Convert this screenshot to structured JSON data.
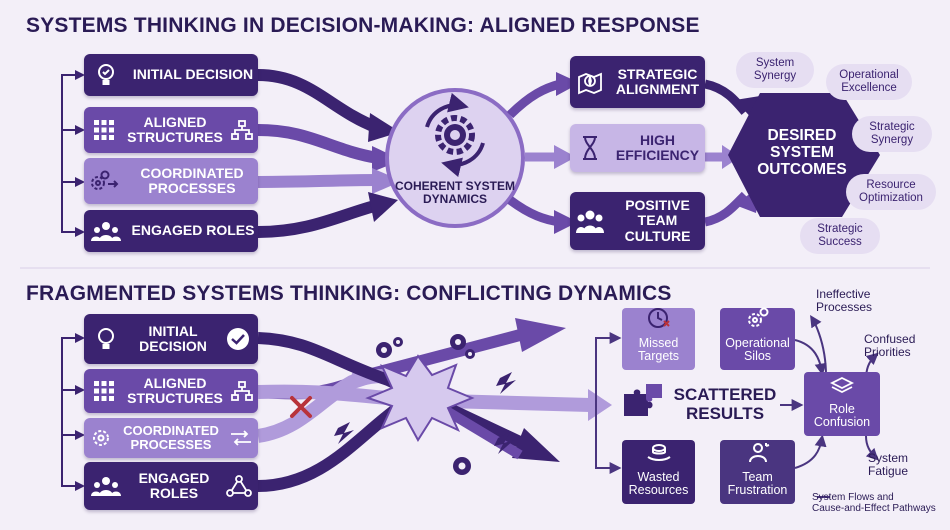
{
  "top": {
    "title": "SYSTEMS THINKING IN DECISION-MAKING: ALIGNED RESPONSE",
    "inputs": [
      "INITIAL DECISION",
      "ALIGNED\nSTRUCTURES",
      "COORDINATED\nPROCESSES",
      "ENGAGED ROLES"
    ],
    "center_label": "COHERENT SYSTEM\nDYNAMICS",
    "middle": [
      "STRATEGIC\nALIGNMENT",
      "HIGH\nEFFICIENCY",
      "POSITIVE\nTEAM\nCULTURE"
    ],
    "outcome": "DESIRED\nSYSTEM\nOUTCOMES",
    "clouds": [
      "System\nSynergy",
      "Operational\nExcellence",
      "Strategic\nSynergy",
      "Resource\nOptimization",
      "Strategic\nSuccess"
    ]
  },
  "bottom": {
    "title": "FRAGMENTED SYSTEMS THINKING: CONFLICTING DYNAMICS",
    "inputs": [
      "INITIAL\nDECISION",
      "ALIGNED\nSTRUCTURES",
      "COORDINATED\nPROCESSES",
      "ENGAGED\nROLES"
    ],
    "results": [
      "Missed\nTargets",
      "Operational\nSilos",
      "Wasted\nResources",
      "Team\nFrustration"
    ],
    "scattered": "SCATTERED\nRESULTS",
    "role_confusion": "Role\nConfusion",
    "effects": [
      "Ineffective\nProcesses",
      "Confused\nPriorities",
      "System\nFatigue"
    ],
    "legend": "System Flows and\nCause-and-Effect Pathways"
  },
  "colors": {
    "dark": "#3b2370",
    "mid": "#6a4aa8",
    "light": "#9b82cf",
    "pale": "#c7b6e6",
    "background": "#f3eff8"
  }
}
